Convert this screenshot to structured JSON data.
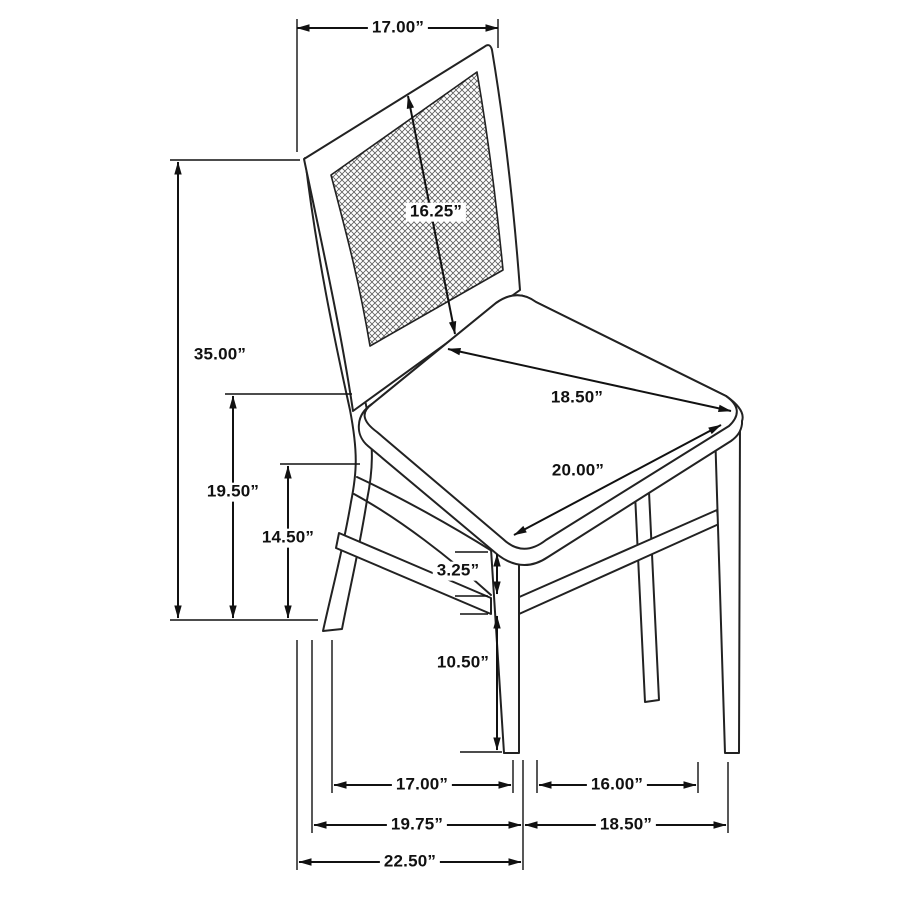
{
  "page": {
    "background": "#ffffff",
    "line_color": "#1a1a1a"
  },
  "diagram": {
    "dimensions": {
      "top_width": "17.00”",
      "back_panel_height": "16.25”",
      "overall_height": "35.00”",
      "back_seat_height": "19.50”",
      "seat_height": "14.50”",
      "seat_width": "18.50”",
      "seat_depth": "20.00”",
      "apron_height": "3.25”",
      "leg_height": "10.50”",
      "base_inner_width": "17.00”",
      "base_inner_depth": "16.00”",
      "base_width": "19.75”",
      "base_depth": "18.50”",
      "overall_width": "22.50”"
    }
  }
}
